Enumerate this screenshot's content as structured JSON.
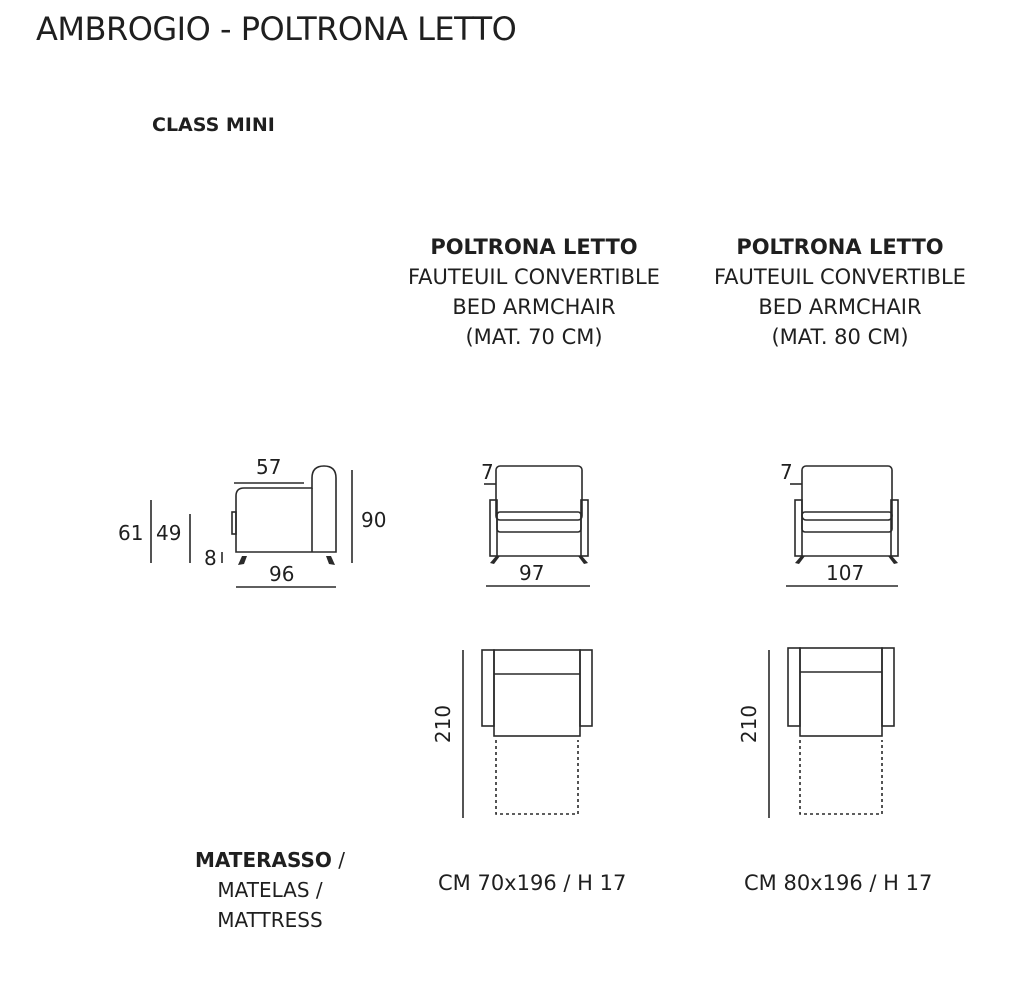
{
  "title": "AMBROGIO - POLTRONA LETTO",
  "class_label": "CLASS MINI",
  "side_view": {
    "depth": "57",
    "total_height": "61",
    "seat_height": "49",
    "leg_height": "8",
    "back_height": "90",
    "total_depth": "96"
  },
  "columns": [
    {
      "name": "POLTRONA LETTO",
      "fr": "FAUTEUIL CONVERTIBLE",
      "en": "BED ARMCHAIR",
      "mat": "(MAT. 70 CM)",
      "arm_width": "7",
      "width": "97",
      "open_length": "210",
      "mattress": "CM 70x196 / H 17"
    },
    {
      "name": "POLTRONA LETTO",
      "fr": "FAUTEUIL CONVERTIBLE",
      "en": "BED ARMCHAIR",
      "mat": "(MAT. 80 CM)",
      "arm_width": "7",
      "width": "107",
      "open_length": "210",
      "mattress": "CM 80x196 / H 17"
    }
  ],
  "mattress_label": {
    "it": "MATERASSO",
    "slash": " /",
    "fr": "MATELAS /",
    "en": "MATTRESS"
  }
}
